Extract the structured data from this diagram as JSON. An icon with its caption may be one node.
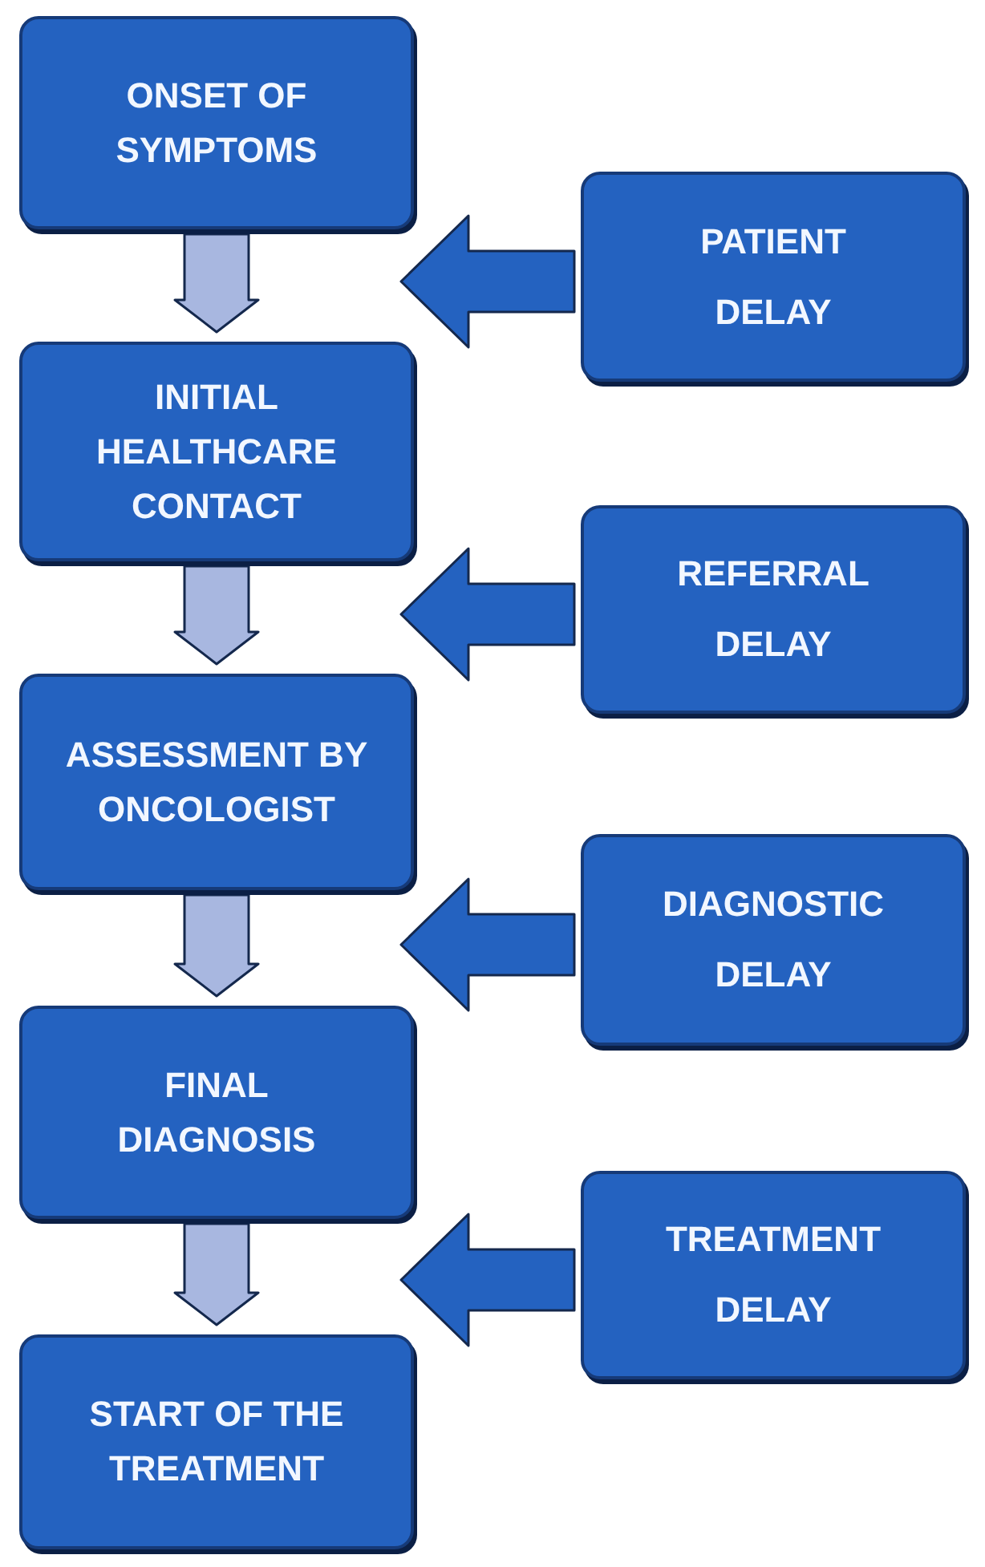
{
  "diagram": {
    "nodes": [
      {
        "text": [
          "ONSET OF SYMPTOMS"
        ]
      },
      {
        "text": [
          "INITIAL HEALTHCARE CONTACT"
        ]
      },
      {
        "text": [
          "ASSESSMENT BY ONCOLOGIST"
        ]
      },
      {
        "text": [
          "FINAL DIAGNOSIS"
        ]
      },
      {
        "text": [
          "START OF THE TREATMENT"
        ]
      },
      {
        "text": [
          "PATIENT DELAY"
        ]
      },
      {
        "text": [
          "REFERRAL DELAY"
        ]
      },
      {
        "text": [
          "DIAGNOSTIC DELAY"
        ]
      },
      {
        "text": [
          "TREATMENT DELAY"
        ]
      }
    ],
    "edges": [
      {
        "from": 0,
        "to": 1,
        "arrow": "to",
        "color": "#a8b7e0"
      },
      {
        "from": 1,
        "to": 2,
        "arrow": "to",
        "color": "#a8b7e0"
      },
      {
        "from": 2,
        "to": 3,
        "arrow": "to",
        "color": "#a8b7e0"
      },
      {
        "from": 3,
        "to": 4,
        "arrow": "to",
        "color": "#a8b7e0"
      },
      {
        "from": 5,
        "to": null,
        "arrow": "to",
        "style": "thick"
      },
      {
        "from": 6,
        "to": null,
        "arrow": "to",
        "style": "thick"
      },
      {
        "from": 7,
        "to": null,
        "arrow": "to",
        "style": "thick"
      },
      {
        "from": 8,
        "to": null,
        "arrow": "to",
        "style": "thick"
      }
    ]
  }
}
